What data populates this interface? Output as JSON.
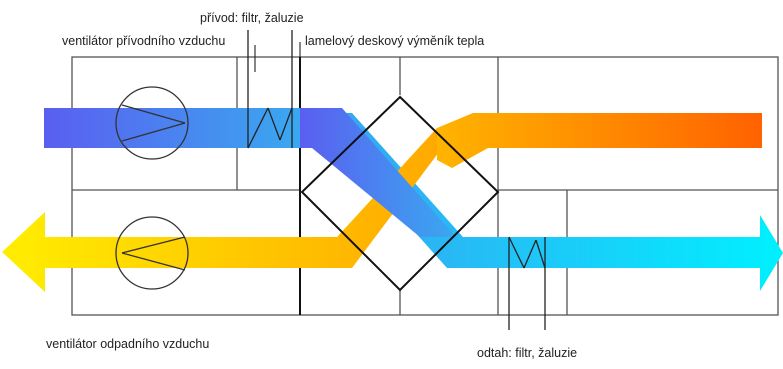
{
  "labels": {
    "top_filter": "přívod: filtr, žaluzie",
    "fan_supply": "ventilátor přívodního vzduchu",
    "heat_exchanger": "lamelový deskový výměník tepla",
    "fan_exhaust": "ventilátor odpadního vzduchu",
    "bottom_filter": "odtah: filtr, žaluzie"
  },
  "streams": [
    {
      "name": "supply-air",
      "color_from": "#5a5ef0",
      "color_to": "#3aa8f0"
    },
    {
      "name": "exhaust-air-out",
      "color_from": "#ffd000",
      "color_to": "#ff6a00"
    },
    {
      "name": "extract-air-in",
      "color_from": "#3aa8f0",
      "color_to": "#00e8ff"
    },
    {
      "name": "outlet-air",
      "color_from": "#ffea00",
      "color_to": "#ffb000"
    }
  ]
}
